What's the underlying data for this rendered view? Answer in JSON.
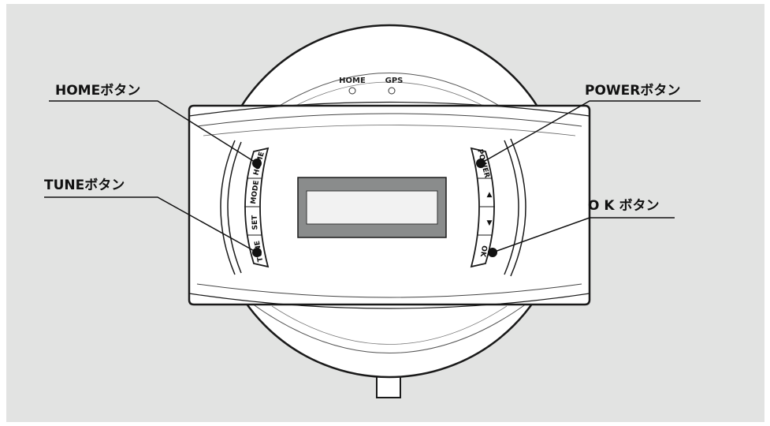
{
  "callouts": {
    "home": "HOMEボタン",
    "tune": "TUNEボタン",
    "power": "POWERボタン",
    "ok": "O K ボタン"
  },
  "indicators": {
    "home": "HOME",
    "gps": "GPS"
  },
  "left_buttons": {
    "home": "HOME",
    "mode": "MODE",
    "set": "SET",
    "tune": "TUNE"
  },
  "right_buttons": {
    "power": "POWER",
    "up": "▲",
    "down": "▼",
    "ok": "OK"
  },
  "colors": {
    "background": "#e2e3e2",
    "device_fill": "#ffffff",
    "outline": "#1a1a1a",
    "screen_bezel": "#8a8c8c",
    "screen": "#f2f2f2"
  }
}
